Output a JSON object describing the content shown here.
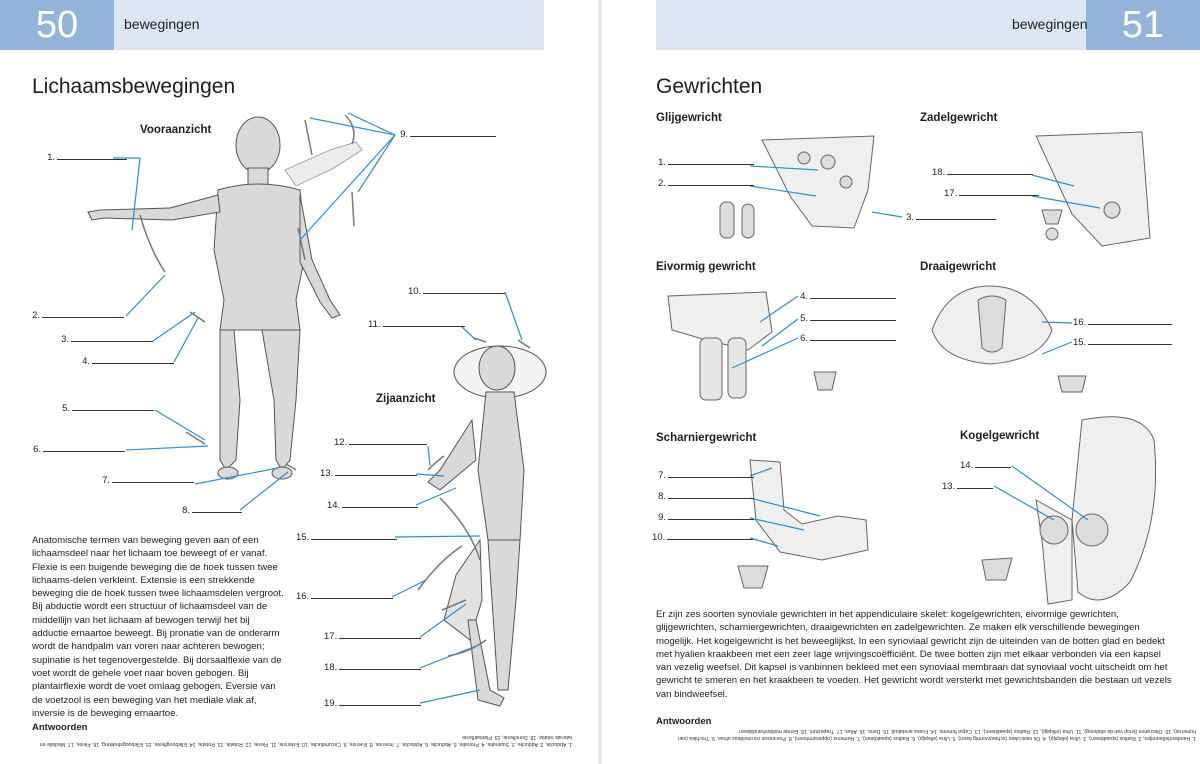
{
  "left_page": {
    "page_number": "50",
    "chapter": "bewegingen",
    "title": "Lichaamsbewegingen",
    "front_view_title": "Vooraanzicht",
    "side_view_title": "Zijaanzicht",
    "body_text": "Anatomische termen van beweging geven aan of een lichaamsdeel naar het lichaam toe beweegt of er vanaf. Flexie is een buigende beweging die de hoek tussen twee lichaams-delen verkleint. Extensie is een strekkende beweging die de hoek tussen twee lichaamsdelen vergroot. Bij abductie wordt een structuur of lichaamsdeel van de middellijn van het lichaam af bewogen terwijl het bij adductie ernaartoe beweegt. Bij pronatie van de onderarm wordt de handpalm van voren naar achteren bewogen; supinatie is het tegenovergestelde. Bij dorsaalflexie van de voet wordt de gehele voet naar boven gebogen. Bij plantairflexie wordt de voet omlaag gebogen. Eversie van de voetzool is een beweging van het mediale vlak af, inversie is de beweging ernaartoe.",
    "answers_title": "Antwoorden",
    "answers_text": "1. Abductie, 2. Adductie, 3. Supinatie, 4. Pronatie, 5. Abductie, 6. Adductie, 7. Inversie, 8. Eversie, 9. Circumductie, 10. Extensie, 11. Flexie, 12. Rotatie, 13. Rotatie, 14. Elleboogflexie, 15. Elleboogstrekking, 16. Flexie, 17. Mediale en laterale rotatie, 18. Dorsiflexie, 19. Plantairflexie",
    "labels": [
      {
        "num": "1."
      },
      {
        "num": "2."
      },
      {
        "num": "3."
      },
      {
        "num": "4."
      },
      {
        "num": "5."
      },
      {
        "num": "6."
      },
      {
        "num": "7."
      },
      {
        "num": "8."
      },
      {
        "num": "9."
      },
      {
        "num": "10."
      },
      {
        "num": "11."
      },
      {
        "num": "12."
      },
      {
        "num": "13."
      },
      {
        "num": "14."
      },
      {
        "num": "15."
      },
      {
        "num": "16."
      },
      {
        "num": "17."
      },
      {
        "num": "18."
      },
      {
        "num": "19."
      }
    ]
  },
  "right_page": {
    "page_number": "51",
    "chapter": "bewegingen",
    "title": "Gewrichten",
    "sections": {
      "glijgewricht": "Glijgewricht",
      "zadelgewricht": "Zadelgewricht",
      "eivormig": "Eivormig gewricht",
      "draaigewricht": "Draaigewricht",
      "scharniergewricht": "Scharniergewricht",
      "kogelgewricht": "Kogelgewricht"
    },
    "body_text": "Er zijn zes soorten synoviale gewrichten in het appendiculaire skelet: kogelgewrichten, eivormige gewrichten, glijgewrichten, scharniergewrichten, draaigewrichten en zadelgewrichten. Ze maken elk verschillende bewegingen mogelijk. Het kogelgewricht is het beweeglijkst. In een synoviaal gewricht zijn de uiteinden van de botten glad en bedekt met hyalien kraakbeen met een zeer lage wrijvingscoëfficiënt. De twee botten zijn met elkaar verbonden via een kapsel van vezelig weefsel. Dit kapsel is vanbinnen bekleed met een synoviaal membraan dat synoviaal vocht uitscheidt om het gewricht te smeren en het kraakbeen te voeden. Het gewricht wordt versterkt met gewrichtsbanden die bestaan uit vezels van bindweefsel.",
    "answers_title": "Antwoorden",
    "answers_text": "1. Handwortelbeentjes, 2. Radius (spaakbeen), 3. Ulna (ellepijp), 4. Os naviculare (scheepvormig been), 5. Ulna (ellepijp), 6. Radius (spaakbeen), 7. Humerus (opperarmbeen), 8. Processus coronoideus ulnae, 9. Trochlea (van humerus), 10. Olecranon (knop van de elleboog), 11. Ulna (ellepijp), 12. Radius (spaakbeen), 13. Caput femoris, 14. Fossa acetabuli, 15. Dens, 16. Atlas, 17. Trapezium, 18. Eerste middenhandsbeen",
    "labels": [
      {
        "num": "1."
      },
      {
        "num": "2."
      },
      {
        "num": "3."
      },
      {
        "num": "4."
      },
      {
        "num": "5."
      },
      {
        "num": "6."
      },
      {
        "num": "7."
      },
      {
        "num": "8."
      },
      {
        "num": "9."
      },
      {
        "num": "10."
      },
      {
        "num": "13."
      },
      {
        "num": "14."
      },
      {
        "num": "15."
      },
      {
        "num": "16."
      },
      {
        "num": "17."
      },
      {
        "num": "18."
      }
    ]
  },
  "colors": {
    "header_light": "#dce6f3",
    "header_dark": "#93b3d8",
    "leader_line": "#2e8fd0",
    "body_fill": "#d9d9d9"
  }
}
